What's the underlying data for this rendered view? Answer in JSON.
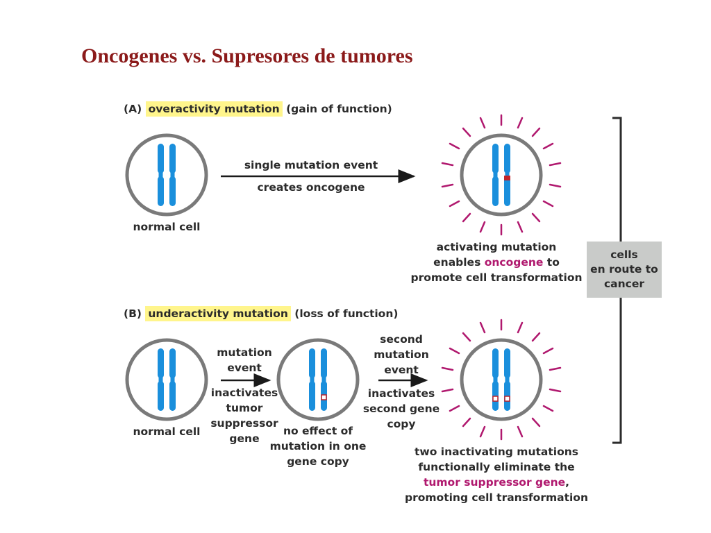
{
  "title": "Oncogenes vs. Supresores de tumores",
  "colors": {
    "title": "#8b1a1a",
    "chromosome": "#1a8fdc",
    "mutation_red": "#c0242a",
    "burst": "#b0186e",
    "highlight": "#fff58c",
    "box_gray": "#c9cbc9"
  },
  "panel_a": {
    "prefix": "(A)",
    "highlight": "overactivity mutation",
    "suffix": "(gain of function)",
    "normal_cell": "normal cell",
    "arrow_top": "single mutation event",
    "arrow_bottom": "creates oncogene",
    "result_line1": "activating mutation",
    "result_line2_pre": "enables",
    "result_line2_key": "oncogene",
    "result_line2_post": "to",
    "result_line3": "promote cell transformation"
  },
  "bracket_box": {
    "line1": "cells",
    "line2": "en route to",
    "line3": "cancer"
  },
  "panel_b": {
    "prefix": "(B)",
    "highlight": "underactivity mutation",
    "suffix": "(loss of function)",
    "normal_cell": "normal cell",
    "arrow1_top1": "mutation",
    "arrow1_top2": "event",
    "arrow1_bottom1": "inactivates",
    "arrow1_bottom2": "tumor",
    "arrow1_bottom3": "suppressor",
    "arrow1_bottom4": "gene",
    "middle_cell1": "no effect of",
    "middle_cell2": "mutation in one",
    "middle_cell3": "gene copy",
    "arrow2_top1": "second",
    "arrow2_top2": "mutation",
    "arrow2_top3": "event",
    "arrow2_bottom1": "inactivates",
    "arrow2_bottom2": "second gene",
    "arrow2_bottom3": "copy",
    "result_line1": "two inactivating mutations",
    "result_line2": "functionally eliminate the",
    "result_line3_key": "tumor suppressor gene",
    "result_line3_post": ",",
    "result_line4": "promoting cell transformation"
  }
}
